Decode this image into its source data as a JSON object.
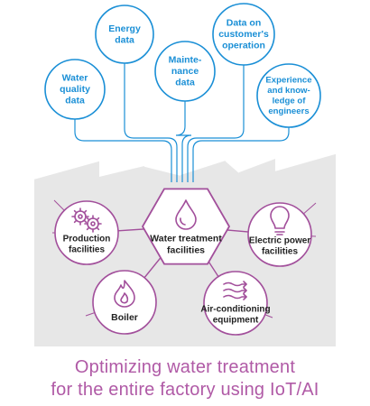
{
  "colors": {
    "accent_blue": "#1a8fd6",
    "accent_purple": "#a24f9b",
    "factory_gray": "#e7e7e7",
    "caption_purple": "#b05aa6"
  },
  "data_sources": [
    {
      "id": "water-quality",
      "lines": [
        "Water",
        "quality",
        "data"
      ]
    },
    {
      "id": "energy",
      "lines": [
        "Energy",
        "data"
      ]
    },
    {
      "id": "maintenance",
      "lines": [
        "Mainte-",
        "nance",
        "data"
      ]
    },
    {
      "id": "customer-operation",
      "lines": [
        "Data on",
        "customer's",
        "operation"
      ]
    },
    {
      "id": "experience",
      "lines": [
        "Experience",
        "and know-",
        "ledge of",
        "engineers"
      ]
    }
  ],
  "facilities": [
    {
      "id": "production",
      "lines": [
        "Production",
        "facilities"
      ],
      "icon": "gears-icon"
    },
    {
      "id": "water-treatment",
      "lines": [
        "Water treatment",
        "facilities"
      ],
      "icon": "water-drop-icon"
    },
    {
      "id": "electric-power",
      "lines": [
        "Electric power",
        "facilities"
      ],
      "icon": "light-bulb-icon"
    },
    {
      "id": "boiler",
      "lines": [
        "Boiler"
      ],
      "icon": "flame-icon"
    },
    {
      "id": "air-conditioning",
      "lines": [
        "Air-conditioning",
        "equipment"
      ],
      "icon": "airflow-icon"
    }
  ],
  "caption": {
    "line1": "Optimizing water treatment",
    "line2": "for the entire factory using IoT/AI"
  }
}
